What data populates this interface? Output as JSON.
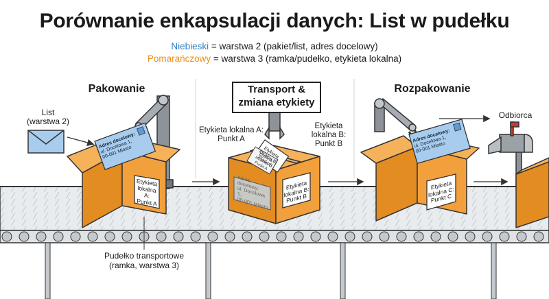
{
  "title": "Porównanie enkapsulacji danych: List w pudełku",
  "legend": {
    "blue_word": "Niebieski",
    "blue_rest": " = warstwa 2 (pakiet/list, adres docelowy)",
    "orange_word": "Pomarańczowy",
    "orange_rest": " = warstwa 3 (ramka/pudełko, etykieta lokalna)",
    "blue_color": "#2f7fc1",
    "orange_color": "#e8901e"
  },
  "stages": {
    "packing": {
      "title": "Pakowanie",
      "letter_label_1": "List",
      "letter_label_2": "(warstwa 2)",
      "address_1": "Adres docelowy:",
      "address_2": "ul. Docelowa 1,",
      "address_3": "00-001 Miasto",
      "label_1": "Etykieta",
      "label_2": "lokalna A:",
      "label_3": "Punkt A",
      "box_caption_1": "Pudełko transportowe",
      "box_caption_2": "(ramka, warstwa 3)"
    },
    "transport": {
      "sign_1": "Transport &",
      "sign_2": "zmiana etykiety",
      "left_label_1": "Etykieta lokalna A:",
      "left_label_2": "Punkt A",
      "right_label_1": "Etykieta",
      "right_label_2": "lokalna B:",
      "right_label_3": "Punkt B",
      "tag_1": "Etykieta",
      "tag_2": "lokalna B:",
      "tag_3": "Punkt B",
      "old_label_1": "Etykieta",
      "old_label_2": "lokalna A:",
      "old_label_3": "Punkt A",
      "side_1": "Adres",
      "side_2": "docelowy:",
      "side_3": "ul. Docelowa 1,",
      "side_4": "00-001 Miasto"
    },
    "unpacking": {
      "title": "Rozpakowanie",
      "address_1": "Adres docelowy:",
      "address_2": "ul. Docelowa 1,",
      "address_3": "00-001 Miasto",
      "label_1": "Etykieta",
      "label_2": "lokalna C:",
      "label_3": "Punkt C",
      "recipient": "Odbiorca"
    }
  }
}
